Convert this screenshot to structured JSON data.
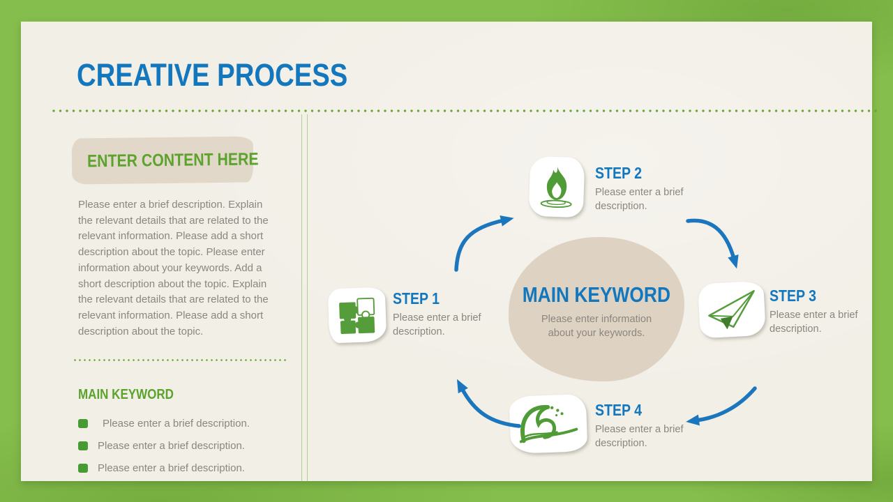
{
  "slide": {
    "title": "CREATIVE PROCESS",
    "colors": {
      "background_green": "#86be4d",
      "paper": "#f2efe7",
      "title_blue": "#1377be",
      "heading_green": "#5ca32e",
      "body_gray": "#8b867f",
      "tan_swatch": "#ded3c3",
      "arrow_blue": "#1c76bd",
      "icon_green": "#559c3b"
    },
    "left_panel": {
      "heading": "ENTER CONTENT HERE",
      "description": "Please enter a brief description. Explain the relevant details that are related to the relevant information. Please add a short description about the topic. Please enter information about your keywords. Add a short description about the topic. Explain the relevant details that are related to the relevant information. Please add a short description about the topic.",
      "keyword_heading": "MAIN KEYWORD",
      "bullets": [
        "Please enter a brief description.",
        "Please enter a brief description.",
        "Please enter a brief description."
      ]
    },
    "diagram": {
      "center": {
        "title": "MAIN KEYWORD",
        "subtitle": "Please enter information about your keywords."
      },
      "steps": [
        {
          "label": "STEP 1",
          "description": "Please enter a brief description.",
          "icon": "puzzle-icon"
        },
        {
          "label": "STEP 2",
          "description": "Please enter a brief description.",
          "icon": "flame-icon"
        },
        {
          "label": "STEP 3",
          "description": "Please enter a brief description.",
          "icon": "paper-plane-icon"
        },
        {
          "label": "STEP 4",
          "description": "Please enter a brief description.",
          "icon": "wave-icon"
        }
      ]
    }
  }
}
